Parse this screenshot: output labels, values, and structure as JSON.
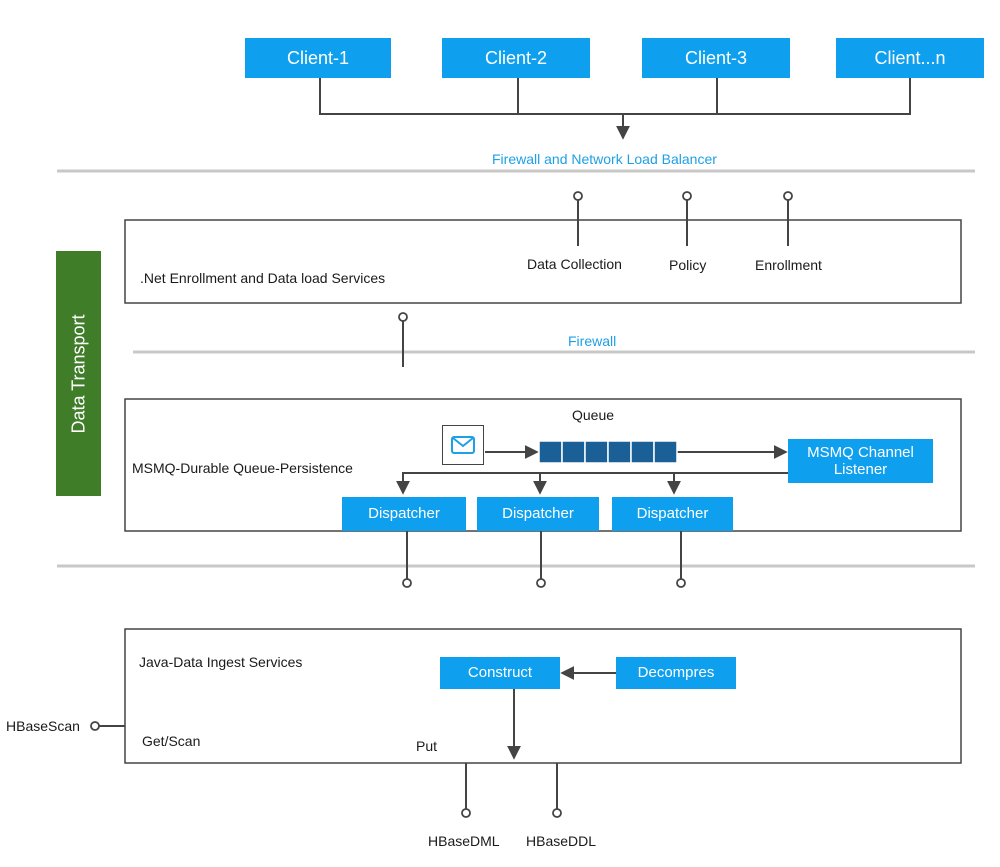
{
  "clients": [
    "Client-1",
    "Client-2",
    "Client-3",
    "Client...n"
  ],
  "labels": {
    "firewall_nlb": "Firewall and Network Load Balancer",
    "net_services": ".Net Enrollment and Data load Services",
    "data_collection": "Data Collection",
    "policy": "Policy",
    "enrollment": "Enrollment",
    "firewall": "Firewall",
    "data_transport": "Data Transport",
    "queue": "Queue",
    "msmq": "MSMQ-Durable Queue-Persistence",
    "msmq_listener": "MSMQ Channel Listener",
    "dispatcher_1": "Dispatcher",
    "dispatcher_2": "Dispatcher",
    "dispatcher_3": "Dispatcher",
    "java_services": "Java-Data Ingest Services",
    "construct": "Construct",
    "decompres": "Decompres",
    "get_scan": "Get/Scan",
    "put": "Put",
    "hbase_scan": "HBaseScan",
    "hbase_dml": "HBaseDML",
    "hbase_ddl": "HBaseDDL"
  },
  "colors": {
    "box_blue": "#0ea0ee",
    "queue_blue": "#1a5f96",
    "transport_green": "#3f7d28",
    "label_blue": "#1ea0e6",
    "separator_gray": "#c8c8c8",
    "line_dark": "#444444"
  },
  "icons": {
    "message": "envelope-icon"
  }
}
